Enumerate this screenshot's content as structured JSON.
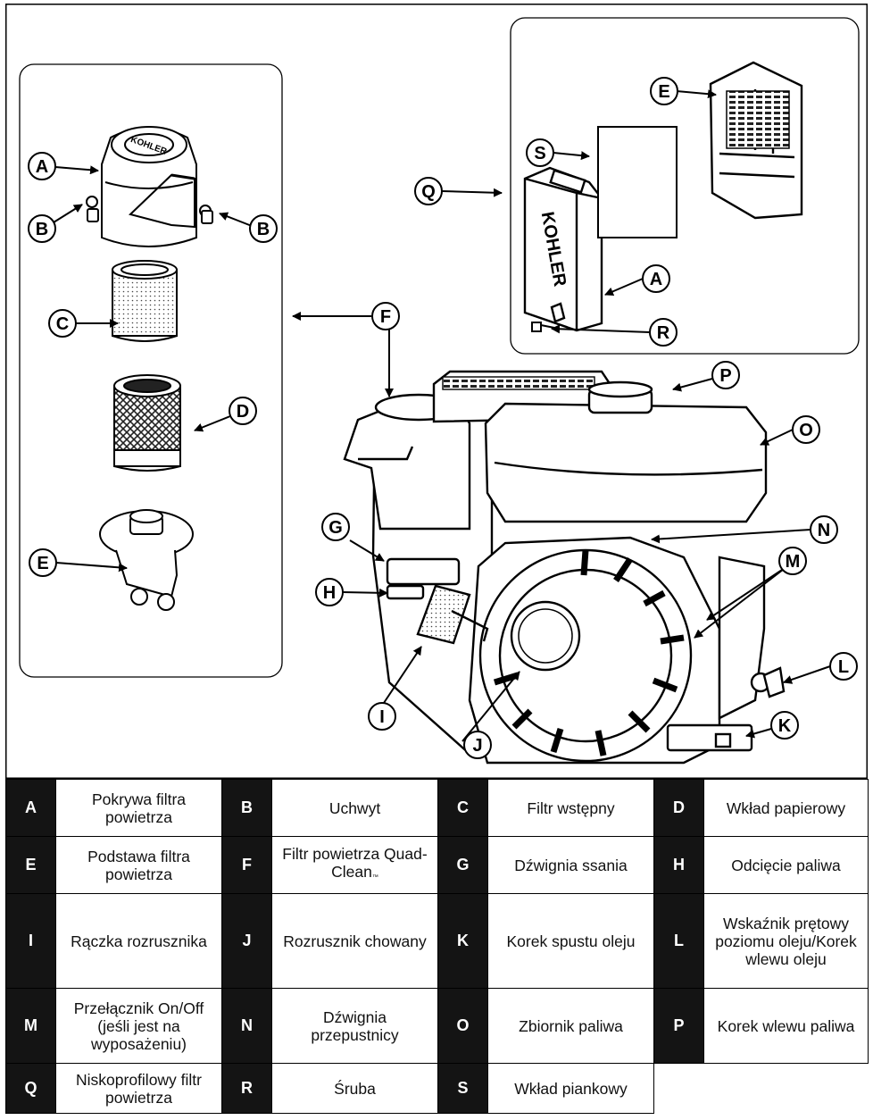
{
  "callouts": {
    "A": "A",
    "B": "B",
    "C": "C",
    "D": "D",
    "E": "E",
    "F": "F",
    "G": "G",
    "H": "H",
    "I": "I",
    "J": "J",
    "K": "K",
    "L": "L",
    "M": "M",
    "N": "N",
    "O": "O",
    "P": "P",
    "Q": "Q",
    "R": "R",
    "S": "S"
  },
  "logo_text": "KOHLER",
  "legend": {
    "rows": [
      [
        {
          "key": "A",
          "text": "Pokrywa filtra powietrza"
        },
        {
          "key": "B",
          "text": "Uchwyt"
        },
        {
          "key": "C",
          "text": "Filtr wstępny"
        },
        {
          "key": "D",
          "text": "Wkład papierowy"
        }
      ],
      [
        {
          "key": "E",
          "text": "Podstawa filtra powietrza"
        },
        {
          "key": "F",
          "text": "Filtr powietrza Quad-Clean",
          "tm": "™"
        },
        {
          "key": "G",
          "text": "Dźwignia ssania"
        },
        {
          "key": "H",
          "text": "Odcięcie paliwa"
        }
      ],
      [
        {
          "key": "I",
          "text": "Rączka rozrusznika"
        },
        {
          "key": "J",
          "text": "Rozrusznik chowany"
        },
        {
          "key": "K",
          "text": "Korek spustu oleju"
        },
        {
          "key": "L",
          "text": "Wskaźnik prętowy poziomu oleju/Korek wlewu oleju"
        }
      ],
      [
        {
          "key": "M",
          "text": "Przełącznik On/Off (jeśli jest na wyposażeniu)"
        },
        {
          "key": "N",
          "text": "Dźwignia przepustnicy"
        },
        {
          "key": "O",
          "text": "Zbiornik paliwa"
        },
        {
          "key": "P",
          "text": "Korek wlewu paliwa"
        }
      ],
      [
        {
          "key": "Q",
          "text": "Niskoprofilowy filtr powietrza"
        },
        {
          "key": "R",
          "text": "Śruba"
        },
        {
          "key": "S",
          "text": "Wkład piankowy"
        }
      ]
    ]
  }
}
